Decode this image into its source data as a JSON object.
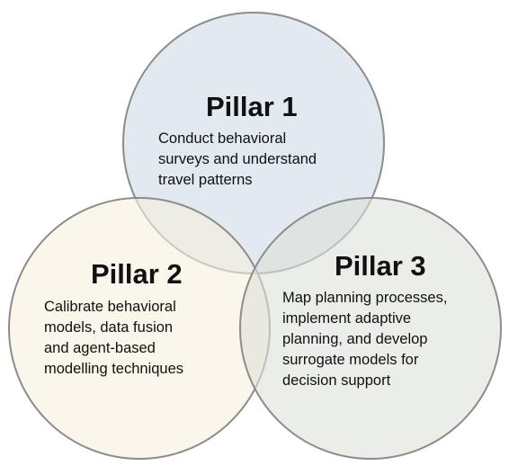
{
  "diagram": {
    "colors": {
      "circle_outline": "#8c8c8c",
      "pillar1_fill": "#cfdbe8",
      "pillar2_fill": "#f6f0de",
      "pillar3_fill": "#dde1d8"
    },
    "pillars": [
      {
        "title": "Pillar 1",
        "lines": [
          "Conduct behavioral",
          "surveys and understand",
          "travel patterns"
        ]
      },
      {
        "title": "Pillar 2",
        "lines": [
          "Calibrate behavioral",
          "models, data fusion",
          "and agent-based",
          "modelling techniques"
        ]
      },
      {
        "title": "Pillar 3",
        "lines": [
          "Map planning processes,",
          "implement adaptive",
          "planning, and develop",
          "surrogate models for",
          "decision support"
        ]
      }
    ]
  }
}
